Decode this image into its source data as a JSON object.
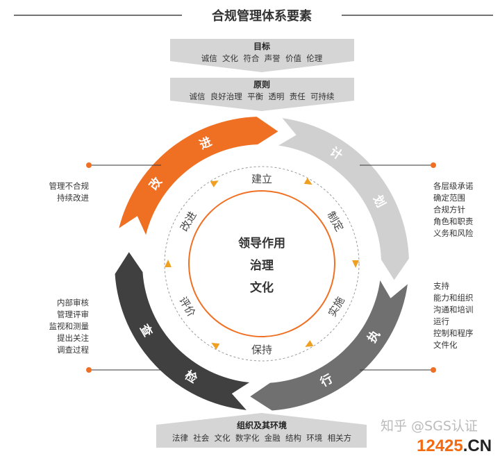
{
  "title": "合规管理体系要素",
  "objectives": {
    "heading": "目标",
    "items": "诚信  文化  符合  声誉  价值  伦理"
  },
  "principles": {
    "heading": "原则",
    "items": "诚信  良好治理  平衡  透明  责任  可持续"
  },
  "context": {
    "heading": "组织及其环境",
    "items": "法律  社会  文化  数字化  金融  结构  环境  相关方"
  },
  "cycle": [
    {
      "label": "改",
      "label2": "进",
      "color": "#f07023"
    },
    {
      "label": "计",
      "label2": "划",
      "color": "#d0d0d0"
    },
    {
      "label": "执",
      "label2": "行",
      "color": "#707070"
    },
    {
      "label": "检",
      "label2": "查",
      "color": "#404040"
    }
  ],
  "center": {
    "line1": "领导作用",
    "line2": "治理",
    "line3": "文化"
  },
  "inner_steps": [
    "建立",
    "制定",
    "实施",
    "保持",
    "评价",
    "改进"
  ],
  "sides": {
    "improve": [
      "管理不合规",
      "持续改进"
    ],
    "plan": [
      "各层级承诺",
      "确定范围",
      "合规方针",
      "角色和职责",
      "义务和风险"
    ],
    "do": [
      "支持",
      "能力和组织",
      "沟通和培训",
      "运行",
      "控制和程序",
      "文件化"
    ],
    "check": [
      "内部审核",
      "管理评审",
      "监视和测量",
      "提出关注",
      "调查过程"
    ]
  },
  "watermark": {
    "text": "知乎 @SGS认证",
    "site": "12425",
    "site_suffix": ".CN"
  }
}
